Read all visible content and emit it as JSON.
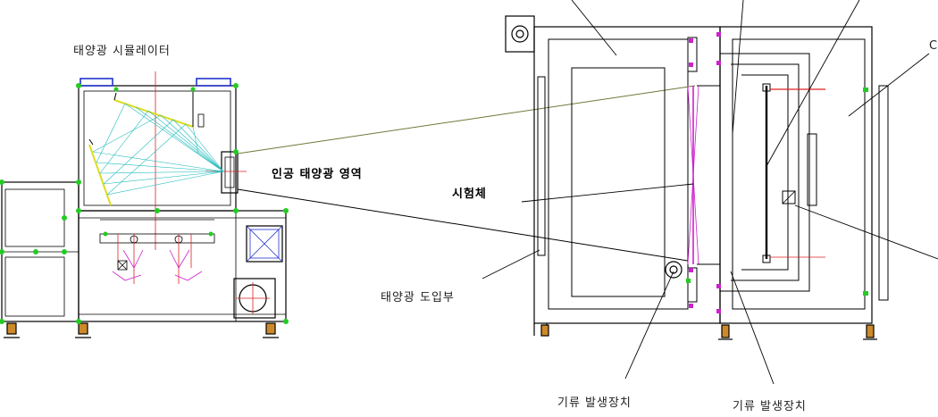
{
  "labels": {
    "simulator_title": "태양광 시뮬레이터",
    "artificial_sun_area": "인공 태양광 영역",
    "specimen": "시험체",
    "sunlight_inlet": "태양광 도입부",
    "airflow_generator_left": "기류 발생장치",
    "airflow_generator_right": "기류 발생장치",
    "cut_off_right": "C"
  },
  "colors": {
    "frame": "#000000",
    "joint": "#22cc22",
    "lamp_box": "#2233cc",
    "reflector": "#dddd22",
    "rays": "#22bbbb",
    "axis": "#dd2222",
    "magenta": "#cc22cc",
    "leader_olive": "#6b7a3a"
  }
}
